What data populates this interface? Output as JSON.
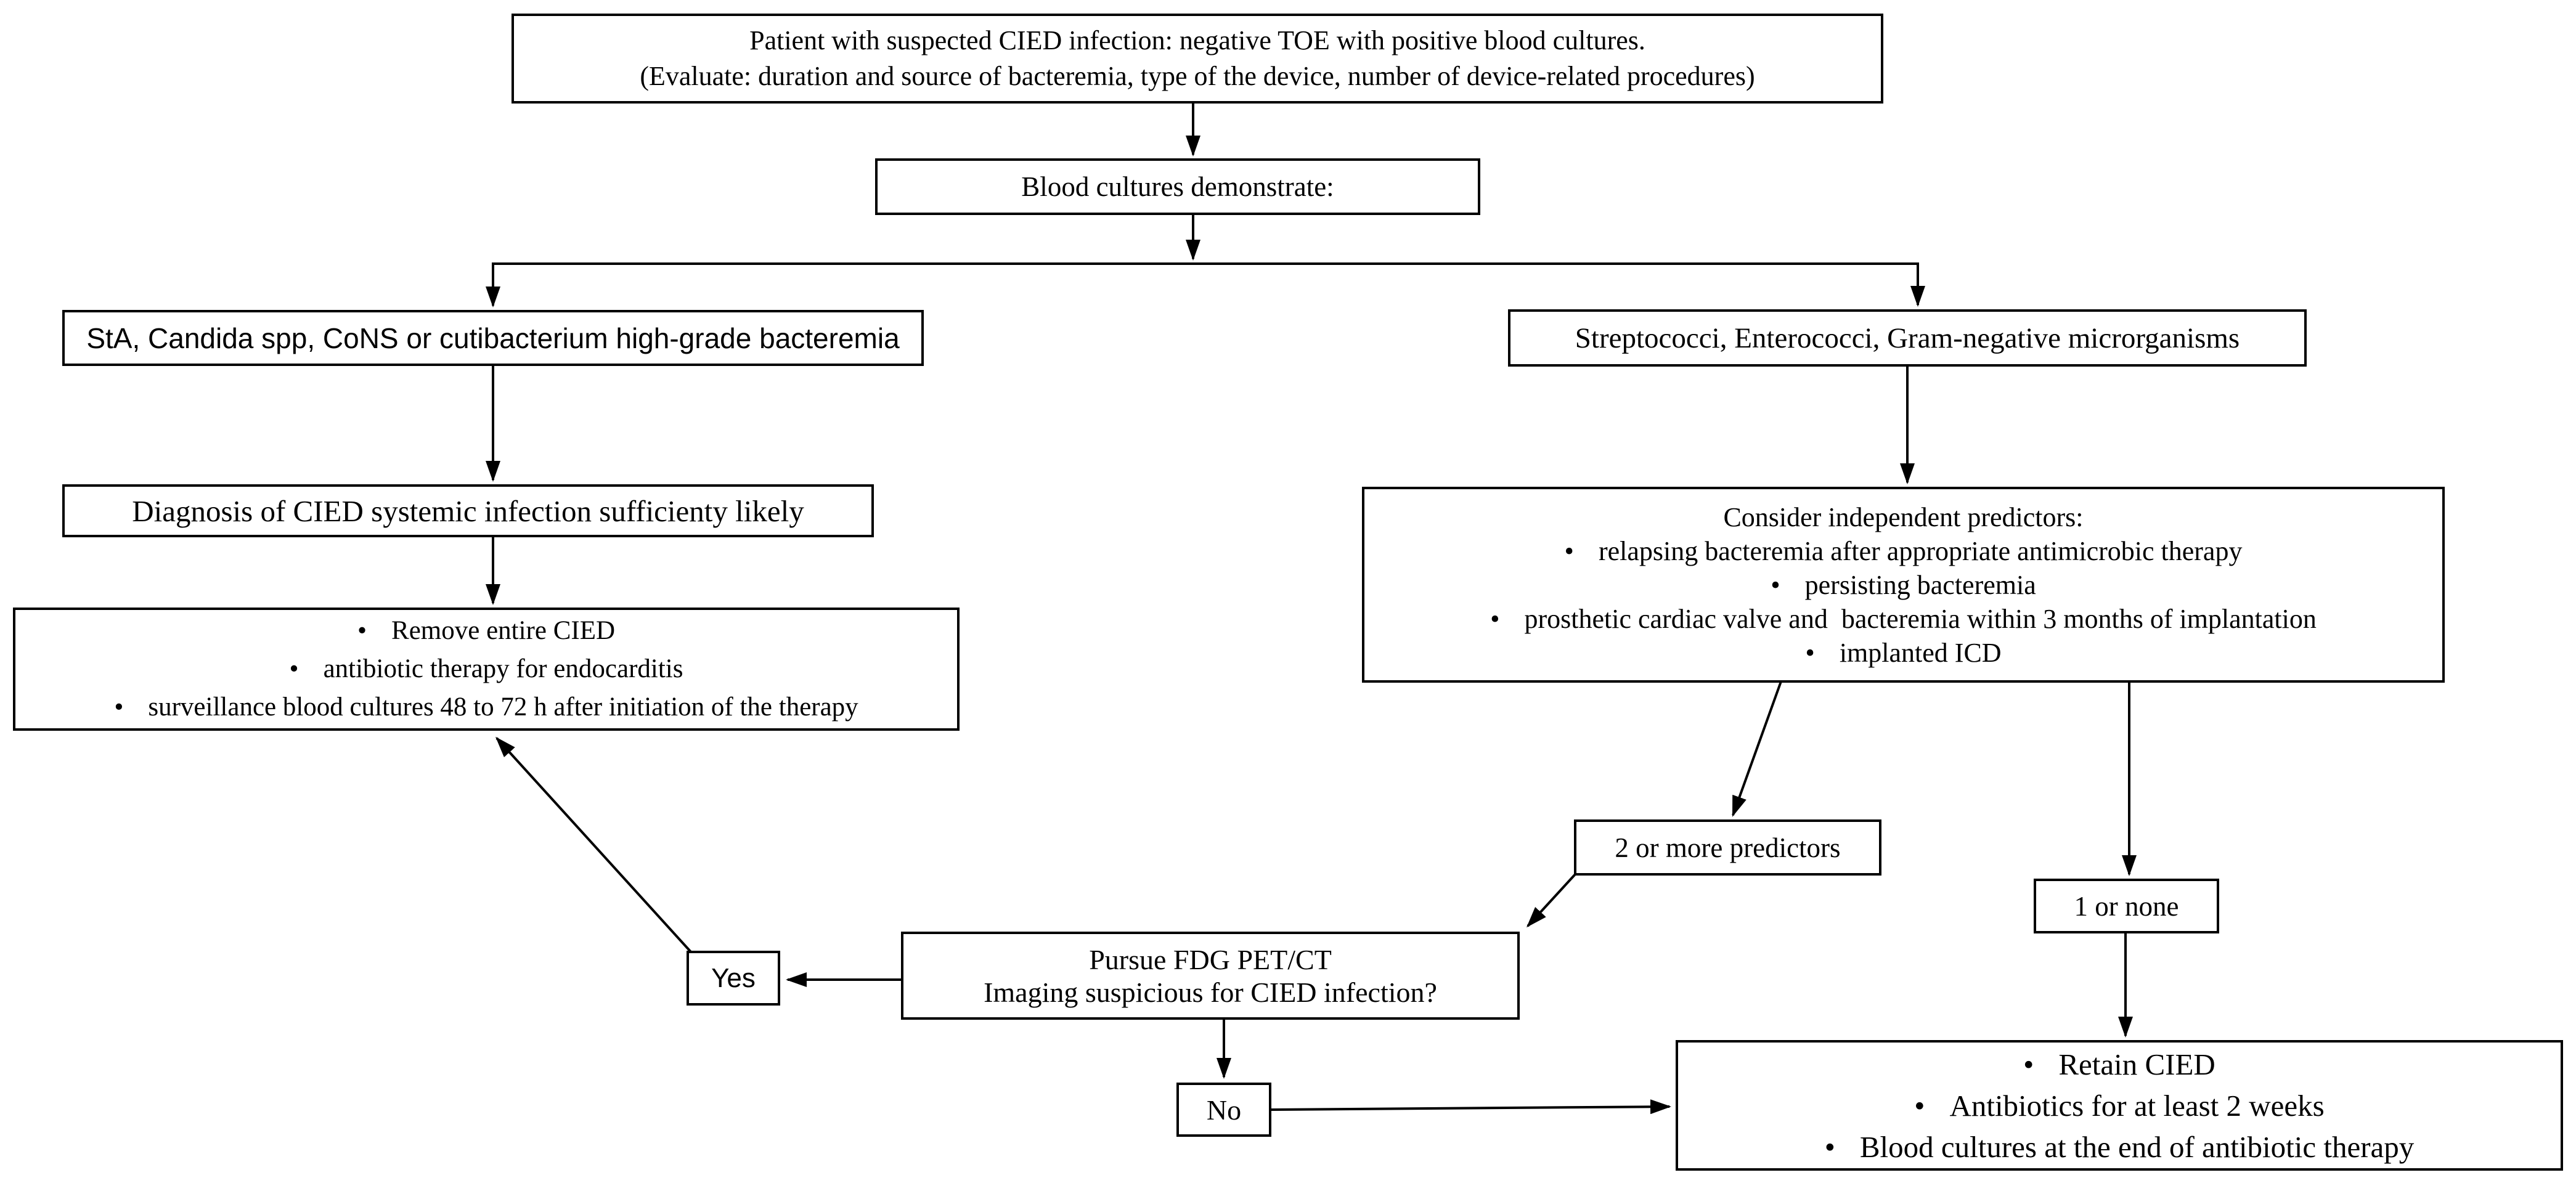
{
  "diagram": {
    "title_domain": "CIED infection decision flowchart",
    "colors": {
      "ink": "#000000",
      "background": "#ffffff"
    },
    "bullet": "•",
    "nodes": {
      "start": {
        "line1": "Patient with suspected CIED infection: negative TOE with positive blood cultures.",
        "line2": "(Evaluate: duration and source of bacteremia, type of the device, number of device-related procedures)"
      },
      "blood_cultures": {
        "label": "Blood cultures demonstrate:"
      },
      "high_grade_bacteremia": {
        "label": "StA, Candida spp, CoNS or cutibacterium high-grade bacteremia"
      },
      "other_organisms": {
        "label": "Streptococci, Enterococci, Gram-negative microrganisms"
      },
      "diagnosis_likely": {
        "label": "Diagnosis of CIED systemic infection sufficienty likely"
      },
      "remove_cied": {
        "items": [
          "Remove entire CIED",
          "antibiotic therapy for endocarditis",
          "surveillance blood cultures 48 to 72 h after initiation of the therapy"
        ]
      },
      "predictors": {
        "heading": "Consider independent predictors:",
        "items": [
          "relapsing bacteremia after appropriate antimicrobic therapy",
          "persisting bacteremia",
          "prosthetic cardiac valve and  bacteremia within 3 months of implantation",
          "implanted ICD"
        ]
      },
      "two_or_more": {
        "label": "2 or more predictors"
      },
      "one_or_none": {
        "label": "1 or none"
      },
      "pet_ct": {
        "line1": "Pursue FDG PET/CT",
        "line2": "Imaging suspicious for CIED infection?"
      },
      "yes": {
        "label": "Yes"
      },
      "no": {
        "label": "No"
      },
      "retain_cied": {
        "items": [
          "Retain CIED",
          "Antibiotics for at least 2 weeks",
          "Blood cultures at the end of antibiotic therapy"
        ]
      }
    }
  }
}
